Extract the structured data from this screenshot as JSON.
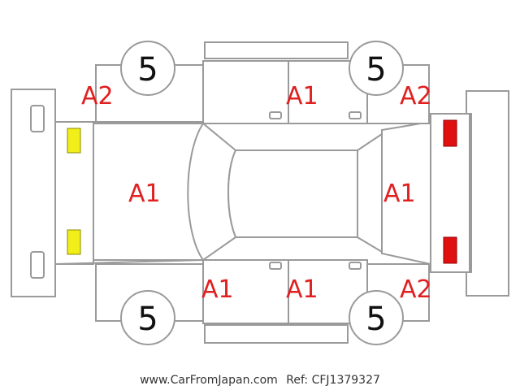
{
  "colors": {
    "damage_code": "#e02020",
    "headlight": "#f2ee1a",
    "taillight": "#e01010",
    "outline": "#9a9a9a"
  },
  "tires": {
    "front_left": "5",
    "rear_left": "5",
    "front_right": "5",
    "rear_right": "5"
  },
  "damage": {
    "hood": "A1",
    "roof_left_doors": "A1",
    "left_front_fender": "A2",
    "right_front_fender": "A1",
    "right_rear_door": "A1",
    "left_rear_quarter": "A2",
    "right_rear_quarter": "A2",
    "rear_hatch": "A1"
  },
  "footer": {
    "site": "www.CarFromJapan.com",
    "ref": "Ref: CFJ1379327"
  }
}
